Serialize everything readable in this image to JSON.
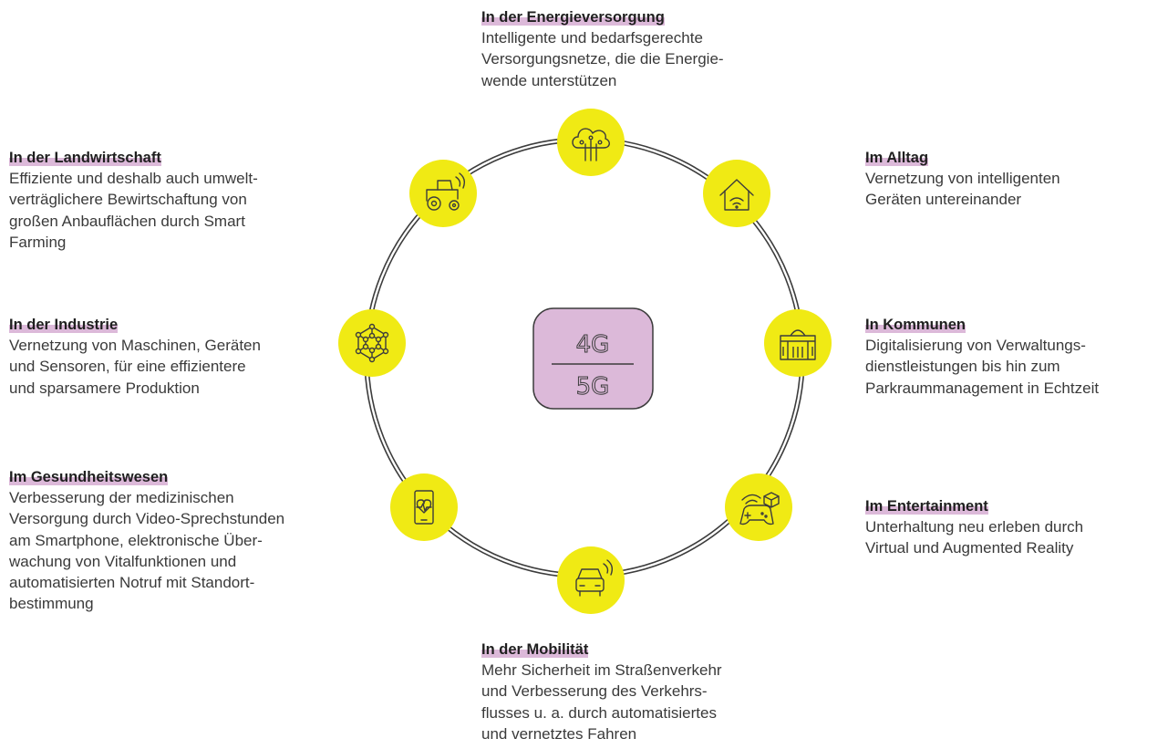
{
  "center": {
    "top": "4G",
    "bottom": "5G"
  },
  "labels": {
    "energie": {
      "title": "In der Energieversorgung",
      "text": "Intelligente und bedarfsgerechte\nVersorgungsnetze, die die Energie-\nwende unterstützen"
    },
    "alltag": {
      "title": "Im Alltag",
      "text": "Vernetzung von intelligenten\nGeräten untereinander"
    },
    "kommunen": {
      "title": "In Kommunen",
      "text": "Digitalisierung von Verwaltungs-\ndienstleistungen bis hin zum\nParkraummanagement in Echtzeit"
    },
    "entertainment": {
      "title": "Im Entertainment",
      "text": "Unterhaltung neu erleben durch\nVirtual und Augmented Reality"
    },
    "mobilitaet": {
      "title": "In der Mobilität",
      "text": "Mehr Sicherheit im Straßenverkehr\nund Verbesserung des Verkehrs-\nflusses u. a. durch automatisiertes\nund vernetztes Fahren"
    },
    "gesundheit": {
      "title": "Im Gesundheitswesen",
      "text": "Verbesserung der medizinischen\nVersorgung durch Video-Sprechstunden\nam Smartphone, elektronische Über-\nwachung von Vitalfunktionen und\nautomatisierten Notruf mit Standort-\nbestimmung"
    },
    "industrie": {
      "title": "In der Industrie",
      "text": "Vernetzung von Maschinen, Geräten\nund Sensoren, für eine effizientere\nund sparsamere Produktion"
    },
    "landwirtschaft": {
      "title": "In der Landwirtschaft",
      "text": "Effiziente und deshalb auch umwelt-\nverträglichere Bewirtschaftung von\ngroßen Anbauflächen durch Smart\nFarming"
    }
  },
  "icons": {
    "energie": "cloud-network-icon",
    "alltag": "smart-home-icon",
    "kommunen": "government-building-icon",
    "entertainment": "game-controller-icon",
    "mobilitaet": "connected-car-icon",
    "gesundheit": "smartphone-heartbeat-icon",
    "industrie": "hexagon-network-icon",
    "landwirtschaft": "smart-tractor-icon"
  },
  "colors": {
    "node": "#f0ea14",
    "center_box": "#dcb9d9",
    "highlight": "#dcb9d9",
    "stroke": "#3c3c3c"
  }
}
